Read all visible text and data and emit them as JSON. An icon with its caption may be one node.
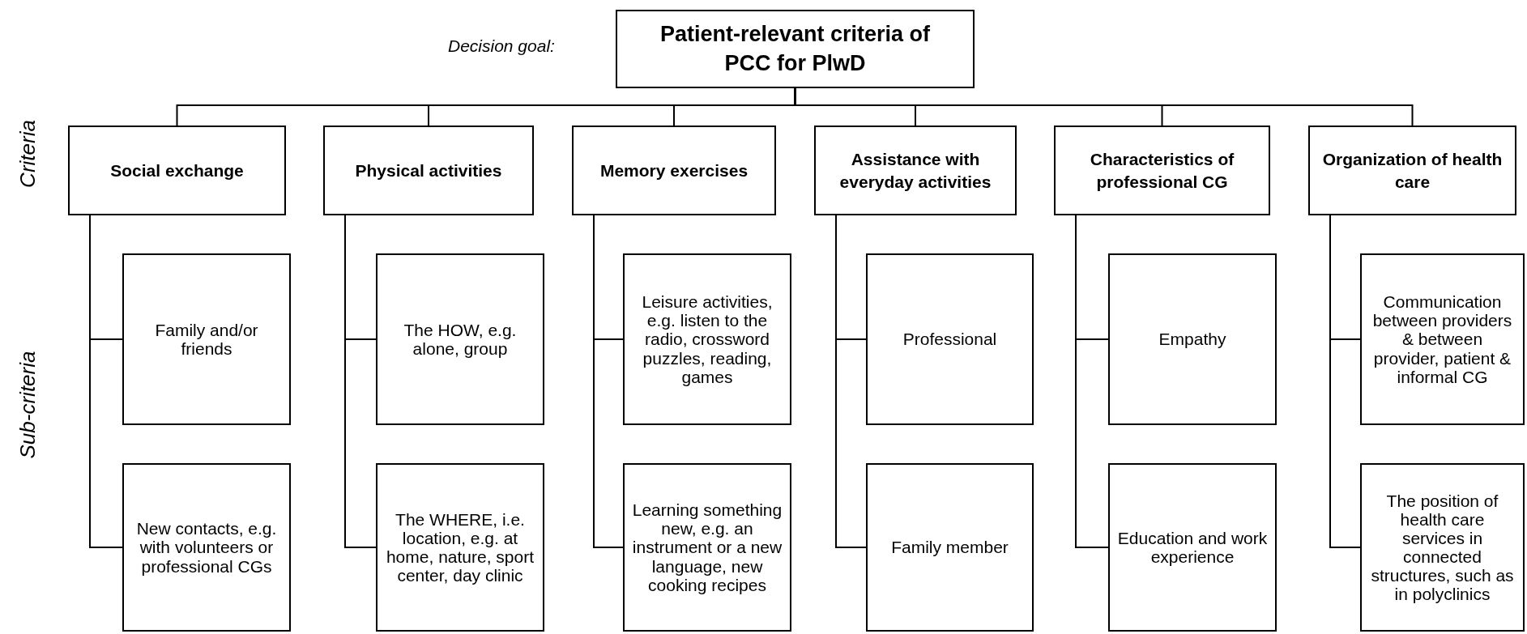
{
  "diagram": {
    "nodes": [
      {
        "text": [
          "Patient-relevant criteria of PCC for PlwD"
        ],
        "beside": [
          "Decision goal:"
        ]
      },
      {
        "text": [
          "Social exchange"
        ]
      },
      {
        "text": [
          "Physical activities"
        ]
      },
      {
        "text": [
          "Memory exercises"
        ]
      },
      {
        "text": [
          "Assistance with everyday activities"
        ]
      },
      {
        "text": [
          "Characteristics of professional CG"
        ]
      },
      {
        "text": [
          "Organization of health care"
        ]
      },
      {
        "text": [
          "Family and/or friends"
        ]
      },
      {
        "text": [
          "The HOW, e.g. alone, group"
        ]
      },
      {
        "text": [
          "Leisure activities, e.g. listen to the radio, crossword puzzles, reading, games"
        ]
      },
      {
        "text": [
          "Professional"
        ]
      },
      {
        "text": [
          "Empathy"
        ]
      },
      {
        "text": [
          "Communication between providers & between provider, patient & informal CG"
        ]
      },
      {
        "text": [
          "New contacts, e.g. with volunteers or professional CGs"
        ]
      },
      {
        "text": [
          "The WHERE, i.e. location, e.g. at home, nature, sport center, day clinic"
        ]
      },
      {
        "text": [
          "Learning something new, e.g. an instrument or a new language, new cooking recipes"
        ]
      },
      {
        "text": [
          "Family member"
        ]
      },
      {
        "text": [
          "Education and work experience"
        ]
      },
      {
        "text": [
          "The position of health care services in connected structures, such as in polyclinics"
        ]
      }
    ],
    "edges": [
      {
        "from": 0,
        "to": 1,
        "arrow": "none"
      },
      {
        "from": 0,
        "to": 2,
        "arrow": "none"
      },
      {
        "from": 0,
        "to": 3,
        "arrow": "none"
      },
      {
        "from": 0,
        "to": 4,
        "arrow": "none"
      },
      {
        "from": 0,
        "to": 5,
        "arrow": "none"
      },
      {
        "from": 0,
        "to": 6,
        "arrow": "none"
      },
      {
        "from": 1,
        "to": 7,
        "arrow": "none"
      },
      {
        "from": 1,
        "to": 13,
        "arrow": "none"
      },
      {
        "from": 2,
        "to": 8,
        "arrow": "none"
      },
      {
        "from": 2,
        "to": 14,
        "arrow": "none"
      },
      {
        "from": 3,
        "to": 9,
        "arrow": "none"
      },
      {
        "from": 3,
        "to": 15,
        "arrow": "none"
      },
      {
        "from": 4,
        "to": 10,
        "arrow": "none"
      },
      {
        "from": 4,
        "to": 16,
        "arrow": "none"
      },
      {
        "from": 5,
        "to": 11,
        "arrow": "none"
      },
      {
        "from": 5,
        "to": 17,
        "arrow": "none"
      },
      {
        "from": 6,
        "to": 12,
        "arrow": "none"
      },
      {
        "from": 6,
        "to": 18,
        "arrow": "none"
      }
    ],
    "labels": [
      "Criteria",
      "Sub-criteria"
    ]
  }
}
